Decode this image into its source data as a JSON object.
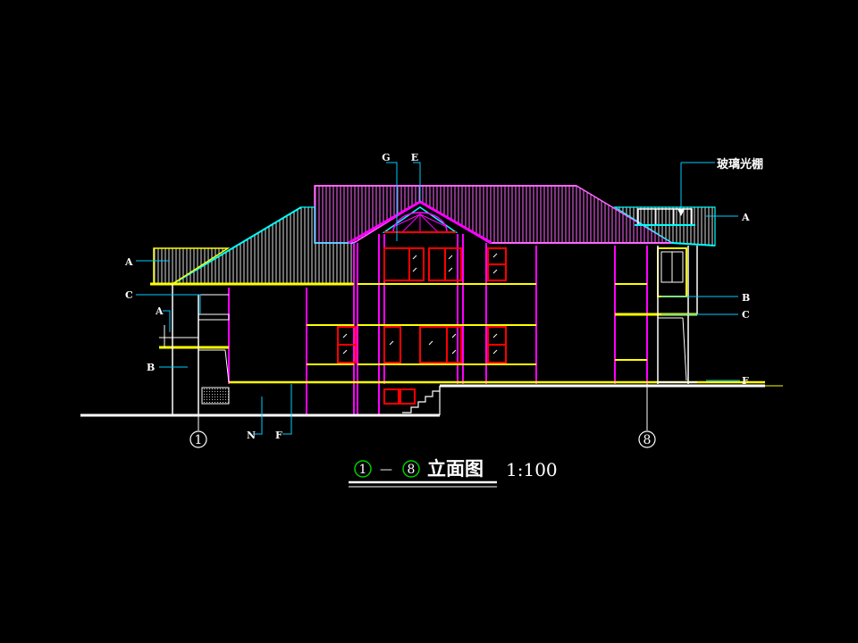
{
  "drawing": {
    "annotations": {
      "g": "G",
      "e": "E",
      "glass_canopy": "玻璃光棚",
      "a_right": "A",
      "a_left": "A",
      "c_left": "C",
      "a_left_lower": "A",
      "b_left": "B",
      "b_right": "B",
      "c_right": "C",
      "f_right": "F",
      "n_bottom": "N",
      "f_bottom": "F"
    },
    "axes": {
      "left": "1",
      "right": "8"
    },
    "title": {
      "from_axis": "1",
      "dash": "—",
      "to_axis": "8",
      "name": "立面图",
      "scale": "1:100"
    }
  },
  "colors": {
    "roof": "#ff66ff",
    "roof_cyan": "#00ffff",
    "wall_magenta": "#ff00ff",
    "window_red": "#ff0000",
    "band_yellow": "#ffff00",
    "ground_white": "#ffffff",
    "label_line": "#00ccff",
    "axis_green": "#00cc00"
  }
}
